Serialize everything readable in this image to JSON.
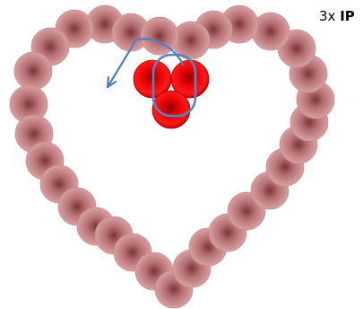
{
  "label": {
    "count": "3x ",
    "code": "IP"
  },
  "colors": {
    "bead_outer": "#c98a8c",
    "bead_mid": "#b56f72",
    "bead_center": "#7a3538",
    "red_ball_outer": "#b80008",
    "red_ball_highlight": "#ff2020",
    "red_ball_center": "#e00000",
    "arrow": "#4f7fc0",
    "highlight_ring": "#5b82c0"
  },
  "icons": {
    "beads": "pink-sphere",
    "cluster": "red-sphere-cluster",
    "arrow": "curved-arrow-icon",
    "ring": "rounded-square-outline"
  }
}
